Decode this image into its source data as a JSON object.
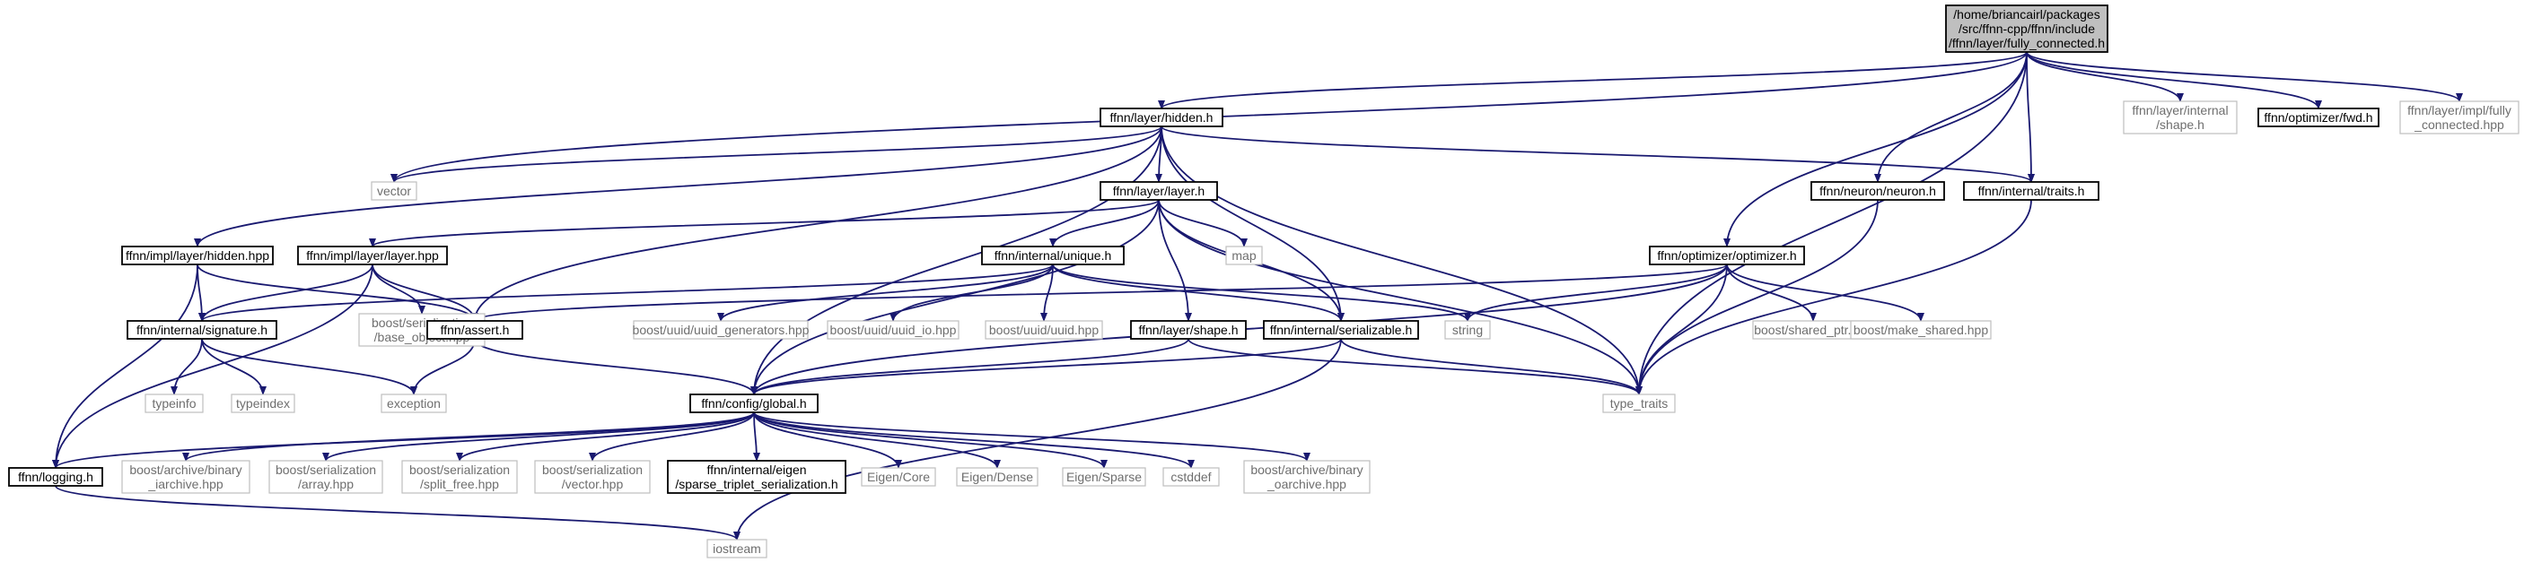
{
  "graph": {
    "title": "/home/briancairl/packages /src/ffnn-cpp/ffnn/include /ffnn/layer/fully_connected.h",
    "colors": {
      "edge": "#191970",
      "root_fill": "#bfbfbf",
      "ext_border": "#bfbfbf",
      "ext_text": "#6e6e6e"
    },
    "nodes": [
      {
        "id": "root",
        "lines": [
          "/home/briancairl/packages",
          "/src/ffnn-cpp/ffnn/include",
          "/ffnn/layer/fully_connected.h"
        ],
        "kind": "root"
      },
      {
        "id": "hidden_h",
        "lines": [
          "ffnn/layer/hidden.h"
        ],
        "kind": "file"
      },
      {
        "id": "vector",
        "lines": [
          "vector"
        ],
        "kind": "ext"
      },
      {
        "id": "layer_internal_shape",
        "lines": [
          "ffnn/layer/internal",
          "/shape.h"
        ],
        "kind": "ext"
      },
      {
        "id": "optimizer_fwd",
        "lines": [
          "ffnn/optimizer/fwd.h"
        ],
        "kind": "file"
      },
      {
        "id": "impl_fully_connected",
        "lines": [
          "ffnn/layer/impl/fully",
          "_connected.hpp"
        ],
        "kind": "ext"
      },
      {
        "id": "layer_h",
        "lines": [
          "ffnn/layer/layer.h"
        ],
        "kind": "file"
      },
      {
        "id": "neuron_h",
        "lines": [
          "ffnn/neuron/neuron.h"
        ],
        "kind": "file"
      },
      {
        "id": "traits_h",
        "lines": [
          "ffnn/internal/traits.h"
        ],
        "kind": "file"
      },
      {
        "id": "impl_hidden_hpp",
        "lines": [
          "ffnn/impl/layer/hidden.hpp"
        ],
        "kind": "file"
      },
      {
        "id": "impl_layer_hpp",
        "lines": [
          "ffnn/impl/layer/layer.hpp"
        ],
        "kind": "file"
      },
      {
        "id": "map",
        "lines": [
          "map"
        ],
        "kind": "ext"
      },
      {
        "id": "unique_h",
        "lines": [
          "ffnn/internal/unique.h"
        ],
        "kind": "file"
      },
      {
        "id": "optimizer_h",
        "lines": [
          "ffnn/optimizer/optimizer.h"
        ],
        "kind": "file"
      },
      {
        "id": "signature_h",
        "lines": [
          "ffnn/internal/signature.h"
        ],
        "kind": "file"
      },
      {
        "id": "base_object",
        "lines": [
          "boost/serialization",
          "/base_object.hpp"
        ],
        "kind": "ext"
      },
      {
        "id": "assert_h",
        "lines": [
          "ffnn/assert.h"
        ],
        "kind": "file"
      },
      {
        "id": "uuid_generators",
        "lines": [
          "boost/uuid/uuid_generators.hpp"
        ],
        "kind": "ext"
      },
      {
        "id": "uuid_io",
        "lines": [
          "boost/uuid/uuid_io.hpp"
        ],
        "kind": "ext"
      },
      {
        "id": "uuid_hpp",
        "lines": [
          "boost/uuid/uuid.hpp"
        ],
        "kind": "ext"
      },
      {
        "id": "layer_shape_h",
        "lines": [
          "ffnn/layer/shape.h"
        ],
        "kind": "file"
      },
      {
        "id": "serializable_h",
        "lines": [
          "ffnn/internal/serializable.h"
        ],
        "kind": "file"
      },
      {
        "id": "string",
        "lines": [
          "string"
        ],
        "kind": "ext"
      },
      {
        "id": "shared_ptr",
        "lines": [
          "boost/shared_ptr.hpp"
        ],
        "kind": "ext"
      },
      {
        "id": "make_shared",
        "lines": [
          "boost/make_shared.hpp"
        ],
        "kind": "ext"
      },
      {
        "id": "typeinfo",
        "lines": [
          "typeinfo"
        ],
        "kind": "ext"
      },
      {
        "id": "typeindex",
        "lines": [
          "typeindex"
        ],
        "kind": "ext"
      },
      {
        "id": "exception",
        "lines": [
          "exception"
        ],
        "kind": "ext"
      },
      {
        "id": "global_h",
        "lines": [
          "ffnn/config/global.h"
        ],
        "kind": "file"
      },
      {
        "id": "type_traits",
        "lines": [
          "type_traits"
        ],
        "kind": "ext"
      },
      {
        "id": "logging_h",
        "lines": [
          "ffnn/logging.h"
        ],
        "kind": "file"
      },
      {
        "id": "binary_iarchive",
        "lines": [
          "boost/archive/binary",
          "_iarchive.hpp"
        ],
        "kind": "ext"
      },
      {
        "id": "ser_array",
        "lines": [
          "boost/serialization",
          "/array.hpp"
        ],
        "kind": "ext"
      },
      {
        "id": "ser_split_free",
        "lines": [
          "boost/serialization",
          "/split_free.hpp"
        ],
        "kind": "ext"
      },
      {
        "id": "ser_vector",
        "lines": [
          "boost/serialization",
          "/vector.hpp"
        ],
        "kind": "ext"
      },
      {
        "id": "eigen_triplet",
        "lines": [
          "ffnn/internal/eigen",
          "/sparse_triplet_serialization.h"
        ],
        "kind": "file"
      },
      {
        "id": "eigen_core",
        "lines": [
          "Eigen/Core"
        ],
        "kind": "ext"
      },
      {
        "id": "eigen_dense",
        "lines": [
          "Eigen/Dense"
        ],
        "kind": "ext"
      },
      {
        "id": "eigen_sparse",
        "lines": [
          "Eigen/Sparse"
        ],
        "kind": "ext"
      },
      {
        "id": "cstddef",
        "lines": [
          "cstddef"
        ],
        "kind": "ext"
      },
      {
        "id": "binary_oarchive",
        "lines": [
          "boost/archive/binary",
          "_oarchive.hpp"
        ],
        "kind": "ext"
      },
      {
        "id": "iostream",
        "lines": [
          "iostream"
        ],
        "kind": "ext"
      }
    ],
    "edges": [
      [
        "root",
        "hidden_h"
      ],
      [
        "root",
        "vector"
      ],
      [
        "root",
        "layer_internal_shape"
      ],
      [
        "root",
        "optimizer_fwd"
      ],
      [
        "root",
        "impl_fully_connected"
      ],
      [
        "root",
        "neuron_h"
      ],
      [
        "root",
        "traits_h"
      ],
      [
        "root",
        "optimizer_h"
      ],
      [
        "root",
        "type_traits"
      ],
      [
        "hidden_h",
        "vector"
      ],
      [
        "hidden_h",
        "layer_h"
      ],
      [
        "hidden_h",
        "traits_h"
      ],
      [
        "hidden_h",
        "impl_hidden_hpp"
      ],
      [
        "hidden_h",
        "assert_h"
      ],
      [
        "hidden_h",
        "serializable_h"
      ],
      [
        "hidden_h",
        "global_h"
      ],
      [
        "hidden_h",
        "type_traits"
      ],
      [
        "layer_h",
        "impl_layer_hpp"
      ],
      [
        "layer_h",
        "map"
      ],
      [
        "layer_h",
        "unique_h"
      ],
      [
        "layer_h",
        "layer_shape_h"
      ],
      [
        "layer_h",
        "serializable_h"
      ],
      [
        "layer_h",
        "global_h"
      ],
      [
        "layer_h",
        "type_traits"
      ],
      [
        "neuron_h",
        "type_traits"
      ],
      [
        "traits_h",
        "type_traits"
      ],
      [
        "impl_hidden_hpp",
        "signature_h"
      ],
      [
        "impl_hidden_hpp",
        "assert_h"
      ],
      [
        "impl_hidden_hpp",
        "logging_h"
      ],
      [
        "impl_layer_hpp",
        "signature_h"
      ],
      [
        "impl_layer_hpp",
        "base_object"
      ],
      [
        "impl_layer_hpp",
        "assert_h"
      ],
      [
        "impl_layer_hpp",
        "logging_h"
      ],
      [
        "unique_h",
        "signature_h"
      ],
      [
        "unique_h",
        "uuid_generators"
      ],
      [
        "unique_h",
        "uuid_io"
      ],
      [
        "unique_h",
        "uuid_hpp"
      ],
      [
        "unique_h",
        "serializable_h"
      ],
      [
        "unique_h",
        "string"
      ],
      [
        "optimizer_h",
        "assert_h"
      ],
      [
        "optimizer_h",
        "string"
      ],
      [
        "optimizer_h",
        "shared_ptr"
      ],
      [
        "optimizer_h",
        "make_shared"
      ],
      [
        "optimizer_h",
        "global_h"
      ],
      [
        "optimizer_h",
        "type_traits"
      ],
      [
        "signature_h",
        "typeinfo"
      ],
      [
        "signature_h",
        "typeindex"
      ],
      [
        "signature_h",
        "exception"
      ],
      [
        "assert_h",
        "exception"
      ],
      [
        "assert_h",
        "global_h"
      ],
      [
        "layer_shape_h",
        "global_h"
      ],
      [
        "layer_shape_h",
        "type_traits"
      ],
      [
        "serializable_h",
        "global_h"
      ],
      [
        "serializable_h",
        "type_traits"
      ],
      [
        "serializable_h",
        "iostream"
      ],
      [
        "global_h",
        "logging_h"
      ],
      [
        "global_h",
        "binary_iarchive"
      ],
      [
        "global_h",
        "ser_array"
      ],
      [
        "global_h",
        "ser_split_free"
      ],
      [
        "global_h",
        "ser_vector"
      ],
      [
        "global_h",
        "eigen_triplet"
      ],
      [
        "global_h",
        "eigen_core"
      ],
      [
        "global_h",
        "eigen_dense"
      ],
      [
        "global_h",
        "eigen_sparse"
      ],
      [
        "global_h",
        "cstddef"
      ],
      [
        "global_h",
        "binary_oarchive"
      ],
      [
        "logging_h",
        "iostream"
      ]
    ]
  }
}
